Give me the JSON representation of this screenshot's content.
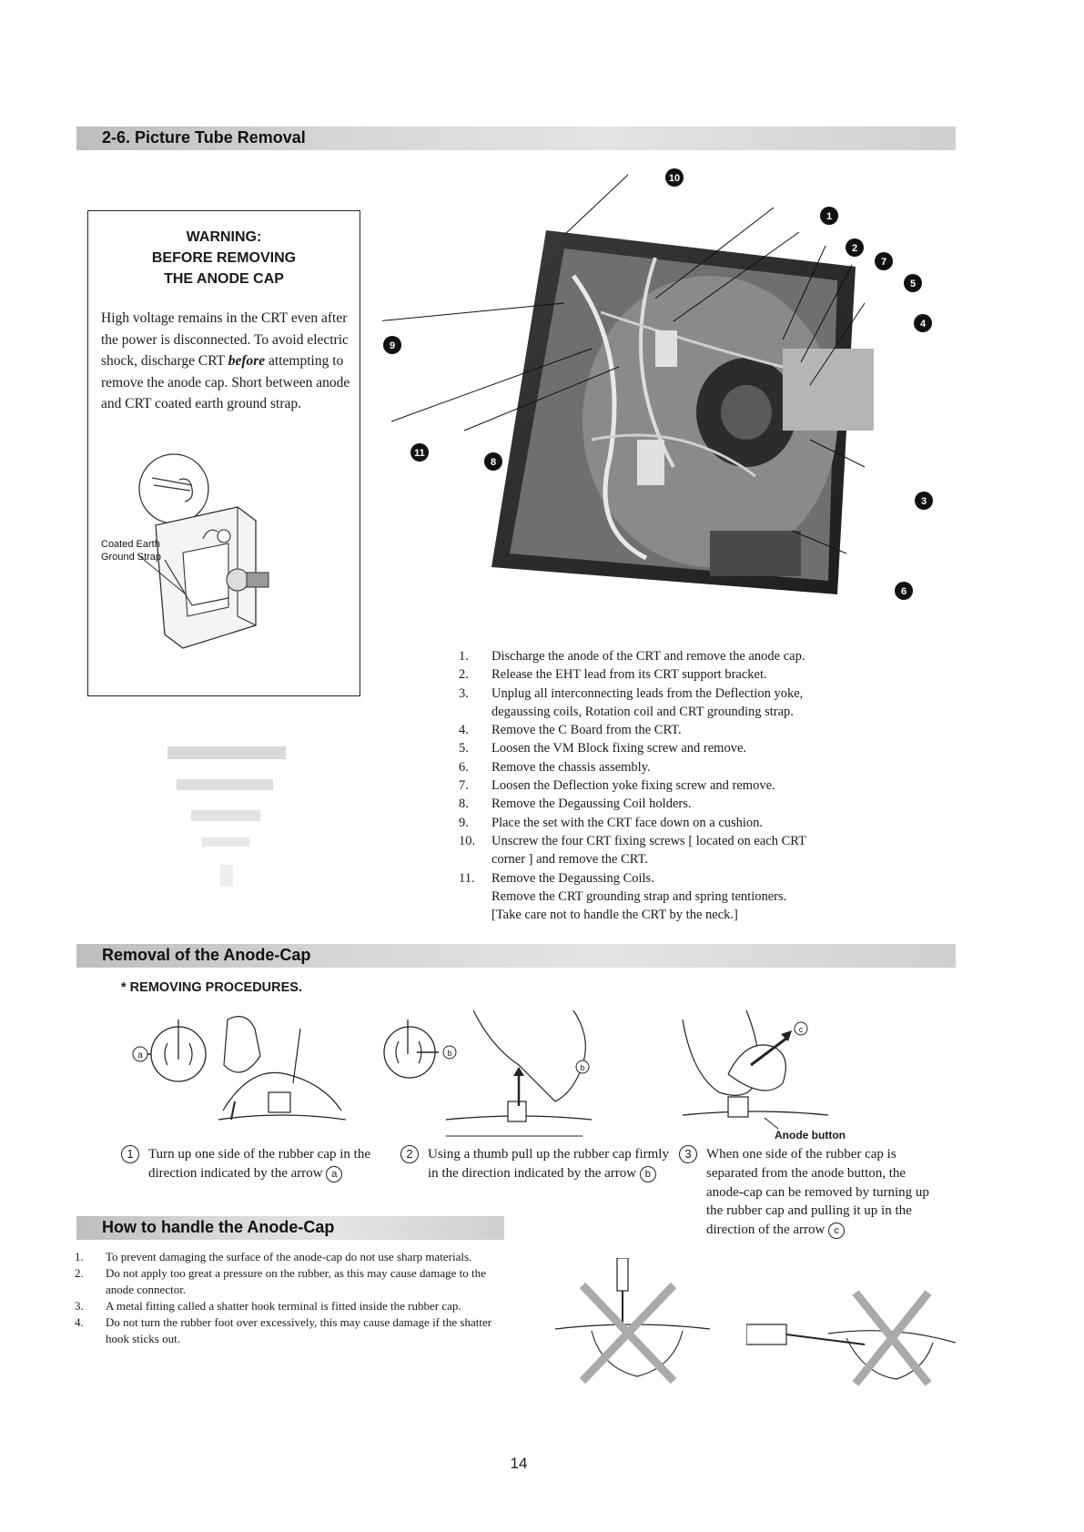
{
  "sections": {
    "tube_removal": "2-6. Picture Tube Removal",
    "anode_cap_removal": "Removal of the Anode-Cap",
    "handle_anode_cap": "How to handle the Anode-Cap"
  },
  "warning": {
    "title_lines": [
      "WARNING:",
      "BEFORE REMOVING",
      "THE ANODE CAP"
    ],
    "body_part1": "High voltage remains in the CRT even after the power is disconnected. To avoid electric shock, discharge CRT ",
    "body_emphasis": "before",
    "body_part2": " attempting to remove the anode cap. Short between anode and CRT coated earth ground strap.",
    "strap_label_line1": "Coated Earth",
    "strap_label_line2": "Ground Strap"
  },
  "callouts": [
    "10",
    "1",
    "2",
    "7",
    "5",
    "4",
    "9",
    "11",
    "8",
    "3",
    "6"
  ],
  "steps": [
    {
      "num": "1.",
      "text": "Discharge the anode of the CRT and remove the anode cap."
    },
    {
      "num": "2.",
      "text": "Release the EHT lead from its CRT support bracket."
    },
    {
      "num": "3.",
      "text": "Unplug all interconnecting leads from the Deflection yoke,",
      "cont": "degaussing coils, Rotation coil and CRT grounding strap."
    },
    {
      "num": "4.",
      "text": "Remove the C Board from the CRT."
    },
    {
      "num": "5.",
      "text": "Loosen the VM Block fixing screw and remove."
    },
    {
      "num": "6.",
      "text": "Remove the chassis assembly."
    },
    {
      "num": "7.",
      "text": "Loosen the Deflection yoke fixing screw and remove."
    },
    {
      "num": "8.",
      "text": "Remove the Degaussing Coil holders."
    },
    {
      "num": "9.",
      "text": "Place the set with the CRT face down on a cushion."
    },
    {
      "num": "10.",
      "text": "Unscrew the four CRT fixing screws [ located on each CRT",
      "cont": "corner ] and remove the CRT."
    },
    {
      "num": "11.",
      "text": "Remove the Degaussing Coils.",
      "cont": "Remove the CRT grounding strap and spring tentioners.",
      "cont2": "[Take care not to handle the CRT by the neck.]"
    }
  ],
  "procedures": {
    "label": "* REMOVING PROCEDURES.",
    "anode_button_label": "Anode button",
    "items": [
      {
        "num": "1",
        "text": "Turn up one side of the rubber cap in the direction indicated by the arrow",
        "arrow": "a"
      },
      {
        "num": "2",
        "text": "Using a thumb pull up the rubber cap firmly in the direction indicated by the arrow",
        "arrow": "b"
      },
      {
        "num": "3",
        "text": "When one side of the rubber cap is separated from the anode button, the anode-cap can be removed by turning up the rubber cap and pulling it up in the direction of the arrow",
        "arrow": "c"
      }
    ]
  },
  "handling": [
    {
      "num": "1.",
      "text": "To prevent damaging the surface of the anode-cap do not use sharp materials."
    },
    {
      "num": "2.",
      "text": "Do not apply too great a pressure on the rubber, as this may cause damage to the anode connector."
    },
    {
      "num": "3.",
      "text": "A metal fitting called a shatter hook terminal is fitted inside the rubber cap."
    },
    {
      "num": "4.",
      "text": "Do not turn the rubber foot over excessively, this may cause damage if the shatter hook sticks out."
    }
  ],
  "page_number": "14"
}
